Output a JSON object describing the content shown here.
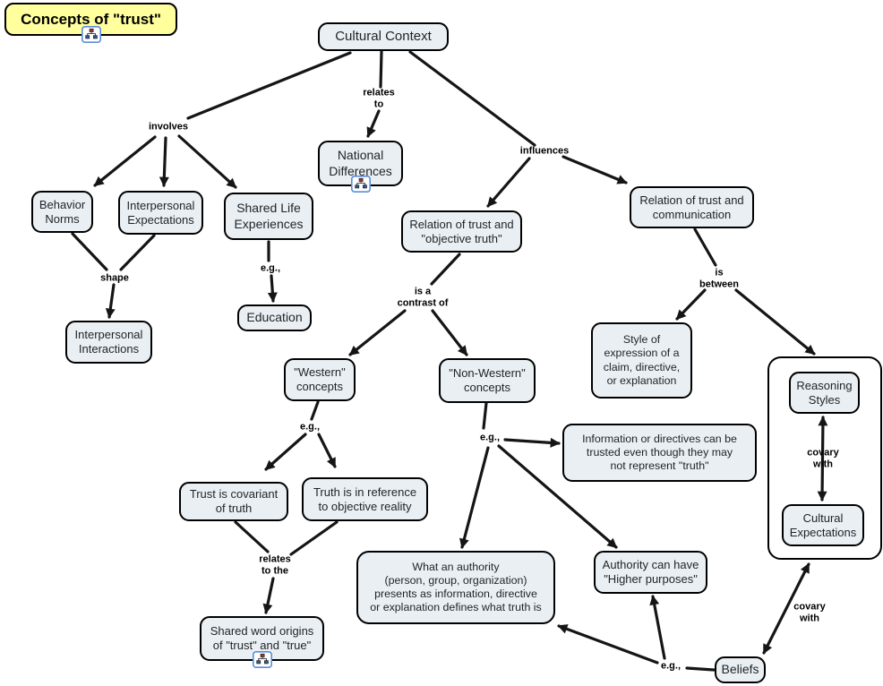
{
  "title": {
    "text": "Concepts of \"trust\""
  },
  "colors": {
    "node_fill": "#e9eff2",
    "node_border": "#000000",
    "title_bg": "#ffff9e",
    "arrow": "#151515",
    "group_fill": "#ffffff",
    "submap_icon_border": "#5b8dd9"
  },
  "icons": {
    "submap": "submap-icon"
  },
  "nodes": {
    "cultural_context": {
      "label": "Cultural Context"
    },
    "national_differences": {
      "label": "National\nDifferences"
    },
    "behavior_norms": {
      "label": "Behavior\nNorms"
    },
    "interpersonal_expectations": {
      "label": "Interpersonal\nExpectations"
    },
    "shared_life_experiences": {
      "label": "Shared Life\nExperiences"
    },
    "relation_objective_truth": {
      "label": "Relation of trust and\n\"objective truth\""
    },
    "relation_communication": {
      "label": "Relation of trust and\ncommunication"
    },
    "interpersonal_interactions": {
      "label": "Interpersonal\nInteractions"
    },
    "education": {
      "label": "Education"
    },
    "western_concepts": {
      "label": "\"Western\"\nconcepts"
    },
    "non_western_concepts": {
      "label": "\"Non-Western\"\nconcepts"
    },
    "style_expression": {
      "label": "Style of\nexpression of a\nclaim, directive,\nor explanation"
    },
    "reasoning_styles": {
      "label": "Reasoning\nStyles"
    },
    "cultural_expectations": {
      "label": "Cultural\nExpectations"
    },
    "information_directives": {
      "label": "Information or directives can be\ntrusted even though they may\nnot represent \"truth\""
    },
    "trust_covariant": {
      "label": "Trust is covariant\nof truth"
    },
    "truth_reference": {
      "label": "Truth is in reference\nto objective reality"
    },
    "what_authority": {
      "label": "What an authority\n(person, group, organization)\npresents as information, directive\nor explanation defines what truth is"
    },
    "authority_higher": {
      "label": "Authority can have\n\"Higher purposes\""
    },
    "shared_word_origins": {
      "label": "Shared word origins\nof \"trust\" and \"true\""
    },
    "beliefs": {
      "label": "Beliefs"
    }
  },
  "links": {
    "involves": "involves",
    "relates_to": "relates\nto",
    "influences": "influences",
    "shape": "shape",
    "eg_education": "e.g.,",
    "is_a_contrast_of": "is a\ncontrast of",
    "is_between": "is\nbetween",
    "eg_western": "e.g.,",
    "eg_nonwestern": "e.g.,",
    "relates_to_the": "relates\nto the",
    "covary_with_styles": "covary\nwith",
    "covary_with_beliefs": "covary\nwith",
    "eg_beliefs": "e.g.,"
  }
}
